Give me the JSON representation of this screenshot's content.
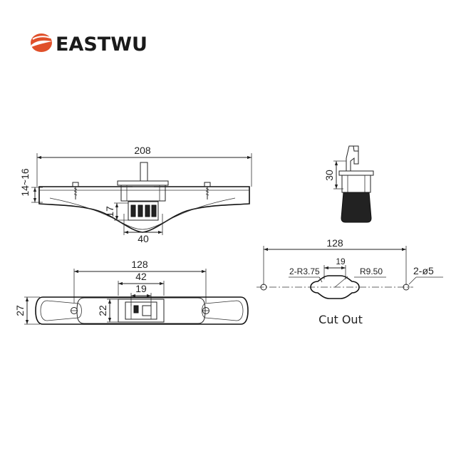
{
  "brand": {
    "name": "EASTWU",
    "accent_color": "#e0502a",
    "logo_icon": "swoosh-logo-icon"
  },
  "drawings": {
    "front_view": {
      "width": "208",
      "height_range": "14~16",
      "base_height": "17",
      "lock_width": "40"
    },
    "side_view": {
      "height": "30"
    },
    "top_view": {
      "length": "128",
      "center_width": "42",
      "slot_width": "19",
      "body_height": "27",
      "center_height": "22"
    },
    "cut_out": {
      "spacing": "128",
      "slot_width": "19",
      "corner_radius": "2-R3.75",
      "radius": "R9.50",
      "holes": "2-ø5",
      "label": "Cut Out"
    }
  }
}
